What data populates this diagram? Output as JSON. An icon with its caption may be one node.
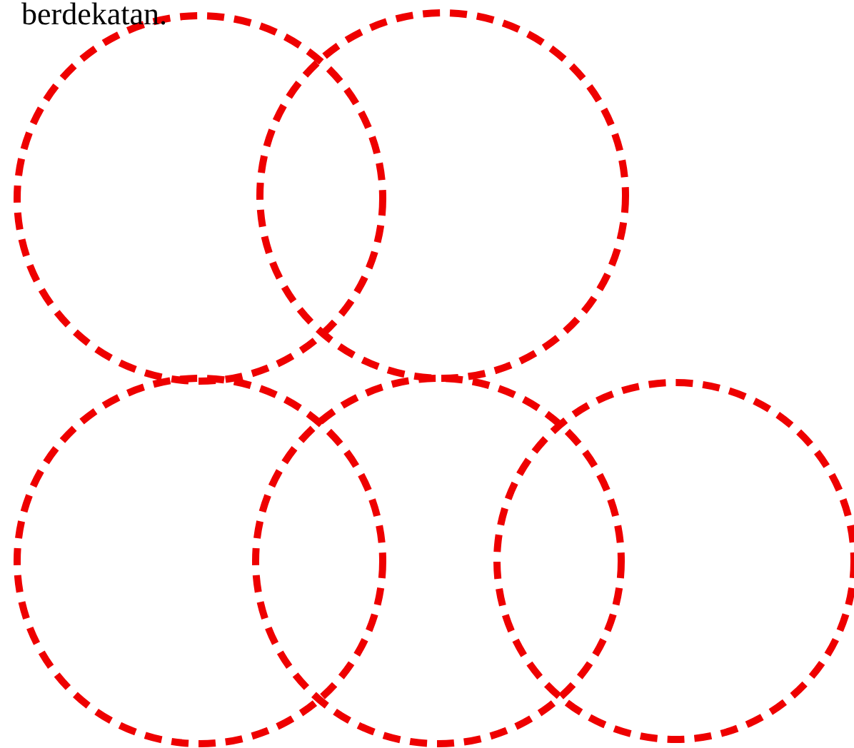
{
  "diagram": {
    "nodes": [
      {
        "text": [],
        "shape": "circle"
      },
      {
        "text": [],
        "shape": "circle"
      },
      {
        "text": [],
        "shape": "circle"
      },
      {
        "text": [],
        "shape": "circle"
      },
      {
        "text": [],
        "shape": "circle"
      }
    ],
    "labels": [
      "berdekatan."
    ]
  }
}
